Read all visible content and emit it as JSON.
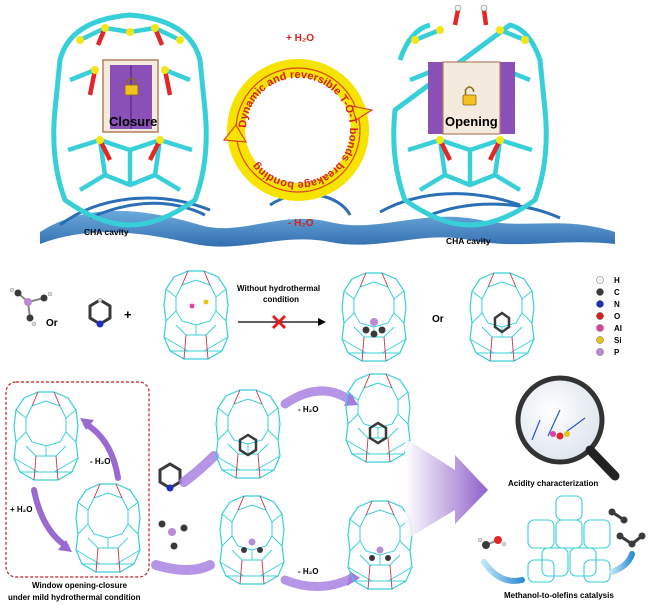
{
  "top": {
    "left_label": "Closure",
    "right_label": "Opening",
    "left_caption": "CHA cavity",
    "right_caption": "CHA cavity",
    "water_plus": "+ H₂O",
    "water_minus": "- H₂O",
    "cycle_text": "Dynamic and reversible T-O-T bonds breakage bonding"
  },
  "middle": {
    "or_left": "Or",
    "or_right": "Or",
    "plus": "+",
    "condition_line1": "Without hydrothermal",
    "condition_line2": "condition"
  },
  "legend": [
    {
      "symbol": "H",
      "color": "#f2f2f2"
    },
    {
      "symbol": "C",
      "color": "#3a3a3a"
    },
    {
      "symbol": "N",
      "color": "#1f2fbf"
    },
    {
      "symbol": "O",
      "color": "#d62020"
    },
    {
      "symbol": "Al",
      "color": "#e040a0"
    },
    {
      "symbol": "Si",
      "color": "#e6c21a"
    },
    {
      "symbol": "P",
      "color": "#b98ad6"
    }
  ],
  "bottom": {
    "minus_water": "- H₂O",
    "plus_water": "+ H₂O",
    "minus_water_top": "- H₂O",
    "minus_water_bottom": "- H₂O",
    "window_line1": "Window opening-closure",
    "window_line2": "under mild hydrothermal condition",
    "acidity": "Acidity characterization",
    "mto": "Methanol-to-olefins catalysis"
  }
}
